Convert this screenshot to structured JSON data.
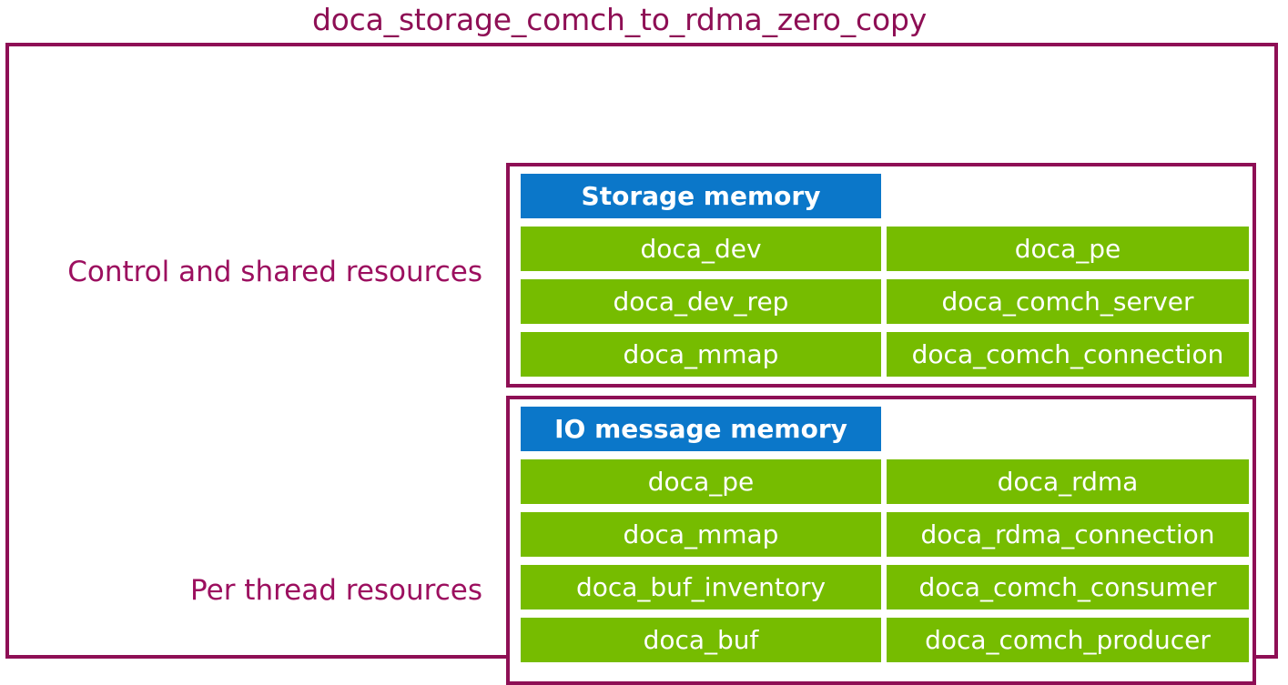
{
  "title": "doca_storage_comch_to_rdma_zero_copy",
  "colors": {
    "accent_border": "#8e0f55",
    "label_text": "#9c0f5f",
    "memory_header": "#0b77c9",
    "component_box": "#76bc00",
    "background": "#ffffff",
    "box_text": "#ffffff"
  },
  "sections": [
    {
      "label": "Control and shared resources",
      "header": "Storage memory",
      "rows": [
        {
          "left": "Storage memory",
          "right": "",
          "left_kind": "blue",
          "right_kind": "empty"
        },
        {
          "left": "doca_dev",
          "right": "doca_pe",
          "left_kind": "green",
          "right_kind": "green"
        },
        {
          "left": "doca_dev_rep",
          "right": "doca_comch_server",
          "left_kind": "green",
          "right_kind": "green"
        },
        {
          "left": "doca_mmap",
          "right": "doca_comch_connection",
          "left_kind": "green",
          "right_kind": "green"
        }
      ]
    },
    {
      "label": "Per thread resources",
      "header": "IO message memory",
      "rows": [
        {
          "left": "IO message memory",
          "right": "",
          "left_kind": "blue",
          "right_kind": "empty"
        },
        {
          "left": "doca_pe",
          "right": "doca_rdma",
          "left_kind": "green",
          "right_kind": "green"
        },
        {
          "left": "doca_mmap",
          "right": "doca_rdma_connection",
          "left_kind": "green",
          "right_kind": "green"
        },
        {
          "left": "doca_buf_inventory",
          "right": "doca_comch_consumer",
          "left_kind": "green",
          "right_kind": "green"
        },
        {
          "left": "doca_buf",
          "right": "doca_comch_producer",
          "left_kind": "green",
          "right_kind": "green"
        }
      ]
    }
  ]
}
